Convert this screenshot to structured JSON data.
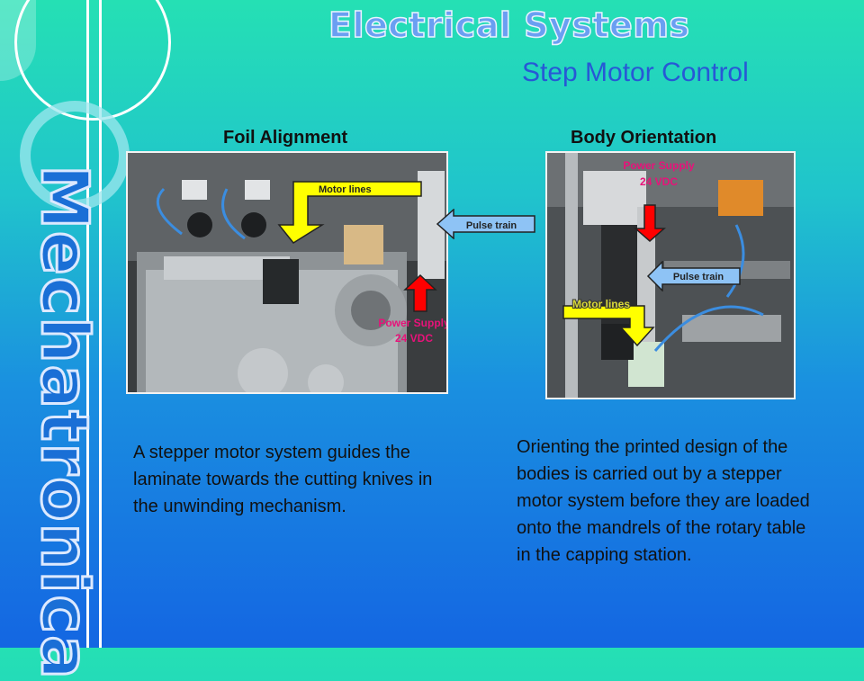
{
  "title": "Electrical Systems",
  "subtitle": "Step Motor Control",
  "side_text": "Mechatronica",
  "left_panel": {
    "heading": "Foil Alignment",
    "labels": {
      "motor_lines": "Motor lines",
      "pulse_train": "Pulse train",
      "power_supply": "Power Supply",
      "voltage": "24 VDC"
    },
    "caption": "A stepper motor system guides the laminate towards the cutting knives in the unwinding mechanism."
  },
  "right_panel": {
    "heading": "Body Orientation",
    "labels": {
      "power_supply": "Power Supply",
      "voltage": "24 VDC",
      "pulse_train": "Pulse train",
      "motor_lines": "Motor lines"
    },
    "caption": "Orienting the printed design of the bodies is carried out by a stepper motor system before they are loaded onto the mandrels of the rotary table in the capping station."
  },
  "colors": {
    "arrow_yellow": "#ffff00",
    "arrow_red": "#ff0000",
    "arrow_blue": "#8ec3f5",
    "label_pink": "#e8127a"
  }
}
